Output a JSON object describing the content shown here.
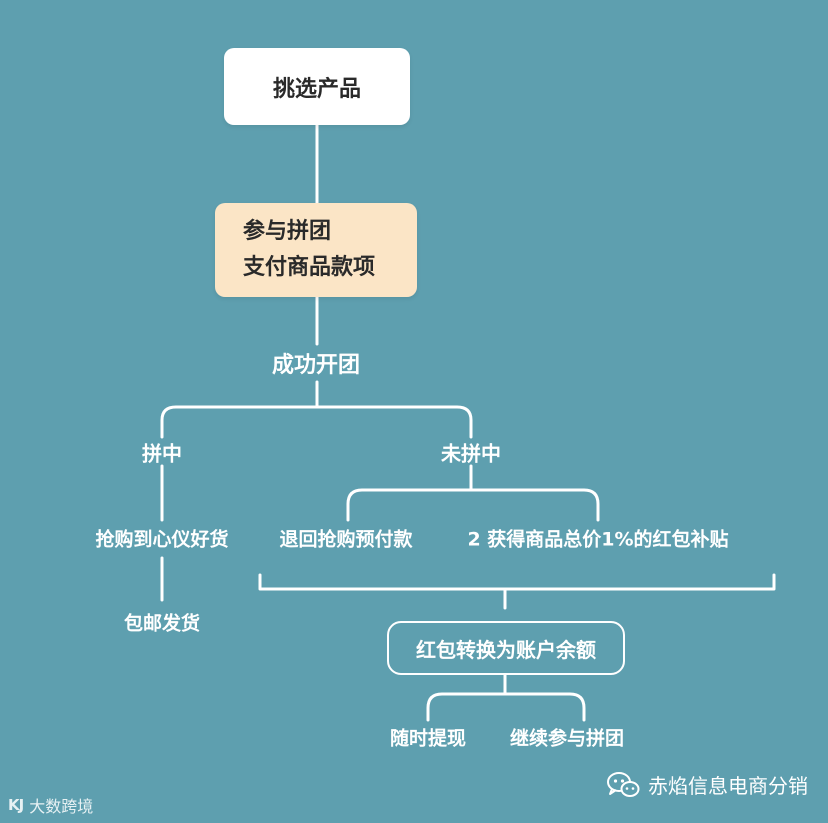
{
  "nodes": {
    "select_product": "挑选产品",
    "join_group_line1": "参与拼团",
    "join_group_line2": "支付商品款项",
    "group_success": "成功开团",
    "won": "拼中",
    "not_won": "未拼中",
    "buy_goods": "抢购到心仪好货",
    "free_shipping": "包邮发货",
    "refund": "退回抢购预付款",
    "subsidy": "2 获得商品总价1%的红包补贴",
    "convert_balance": "红包转换为账户余额",
    "withdraw": "随时提现",
    "continue_group": "继续参与拼团"
  },
  "footer": {
    "brand_name": "赤焰信息电商分销",
    "brand_icon": "wechat-icon",
    "watermark_logo": "KJ",
    "watermark_text": "大数跨境"
  },
  "colors": {
    "background": "#5e9faf",
    "start_box": "#ffffff",
    "pay_box": "#fbe5c6",
    "line": "#ffffff"
  }
}
